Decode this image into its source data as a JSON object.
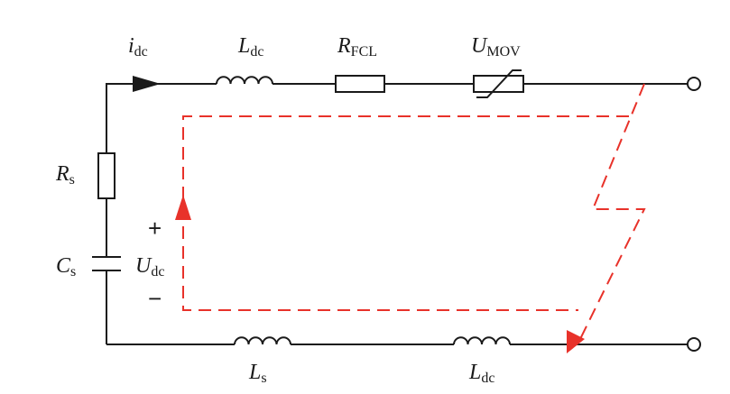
{
  "labels": {
    "i_dc": {
      "main": "i",
      "sub": "dc"
    },
    "L_dc_top": {
      "main": "L",
      "sub": "dc"
    },
    "R_FCL": {
      "main": "R",
      "sub": "FCL"
    },
    "U_MOV": {
      "main": "U",
      "sub": "MOV"
    },
    "R_s": {
      "main": "R",
      "sub": "s"
    },
    "C_s": {
      "main": "C",
      "sub": "s"
    },
    "U_dc": {
      "main": "U",
      "sub": "dc"
    },
    "plus": "+",
    "minus": "−",
    "L_s": {
      "main": "L",
      "sub": "s"
    },
    "L_dc_bottom": {
      "main": "L",
      "sub": "dc"
    }
  },
  "colors": {
    "wire": "#1a1a1a",
    "fault_path": "#e8322a"
  },
  "icons": {
    "inductor": "coil-icon",
    "resistor": "resistor-icon",
    "varistor": "varistor-icon",
    "capacitor": "capacitor-icon",
    "terminal": "open-circle-icon"
  }
}
